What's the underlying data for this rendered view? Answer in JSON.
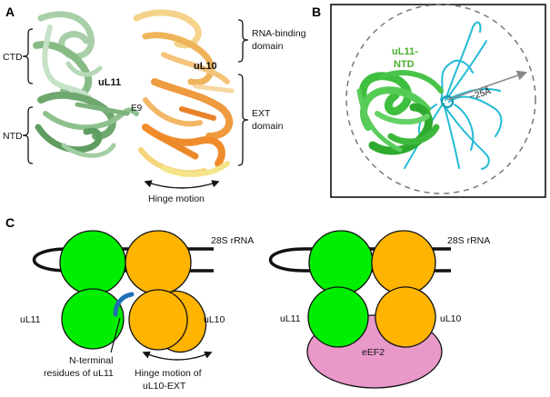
{
  "panels": {
    "a": {
      "letter": "A",
      "ctd": "CTD",
      "ntd": "NTD",
      "ul11": "uL11",
      "ul10": "uL10",
      "e9": "E9",
      "rna_binding_1": "RNA-binding",
      "rna_binding_2": "domain",
      "ext_1": "EXT",
      "ext_2": "domain",
      "hinge": "Hinge motion"
    },
    "b": {
      "letter": "B",
      "ntd_1": "uL11-",
      "ntd_2": "NTD",
      "distance": "~25Å"
    },
    "c": {
      "letter": "C",
      "rrna_left": "28S rRNA",
      "rrna_right": "28S rRNA",
      "ul11_left": "uL11",
      "ul10_left": "uL10",
      "nterm_1": "N-terminal",
      "nterm_2": "residues of uL11",
      "hinge_1": "Hinge motion of",
      "hinge_2": "uL10-EXT",
      "ul11_right": "uL11",
      "ul10_right": "uL10",
      "eef2": "eEF2"
    }
  },
  "colors": {
    "ul11_green": "#00ee00",
    "ul10_orange": "#ffb400",
    "eef2_pink": "#e899c8",
    "nterm_blue": "#1f6fb8",
    "ntd_cyan": "#22bcd4",
    "ribbon_green": "#7ab27a",
    "ribbon_orange": "#e9953a"
  }
}
